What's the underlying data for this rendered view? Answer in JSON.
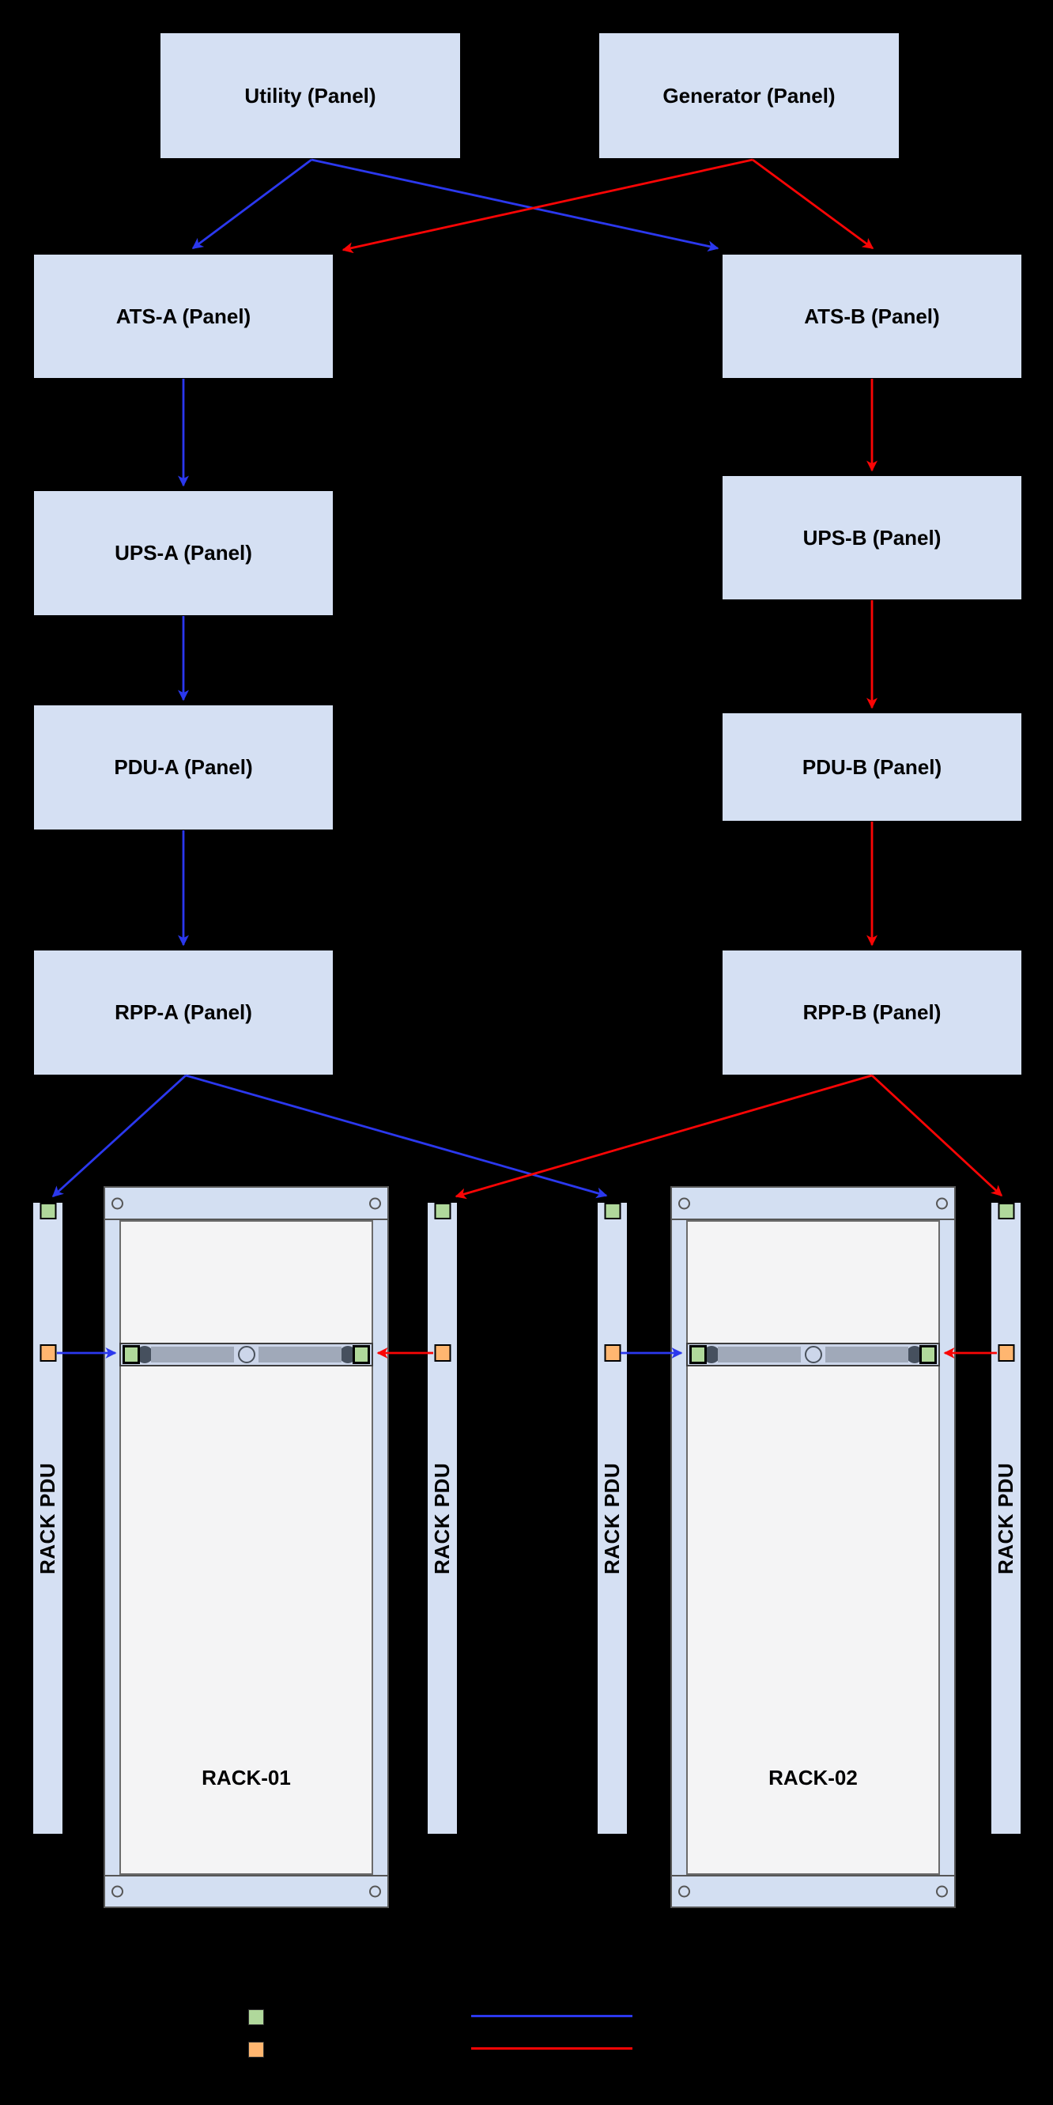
{
  "panels": {
    "utility": {
      "label": "Utility (Panel)"
    },
    "generator": {
      "label": "Generator (Panel)"
    },
    "ats_a": {
      "label": "ATS-A (Panel)"
    },
    "ats_b": {
      "label": "ATS-B (Panel)"
    },
    "ups_a": {
      "label": "UPS-A (Panel)"
    },
    "ups_b": {
      "label": "UPS-B (Panel)"
    },
    "pdu_a": {
      "label": "PDU-A (Panel)"
    },
    "pdu_b": {
      "label": "PDU-B (Panel)"
    },
    "rpp_a": {
      "label": "RPP-A (Panel)"
    },
    "rpp_b": {
      "label": "RPP-B (Panel)"
    }
  },
  "racks": [
    {
      "label": "RACK-01"
    },
    {
      "label": "RACK-02"
    }
  ],
  "strips": [
    {
      "label": "RACK PDU"
    },
    {
      "label": "RACK PDU"
    },
    {
      "label": "RACK PDU"
    },
    {
      "label": "RACK PDU"
    }
  ],
  "legend": {
    "swatches": [
      {
        "name": "green-port-swatch",
        "color": "#b0d89b"
      },
      {
        "name": "orange-outlet-swatch",
        "color": "#ffb670"
      }
    ],
    "lines": [
      {
        "name": "a-feed-line",
        "color": "#2b38ee"
      },
      {
        "name": "b-feed-line",
        "color": "#fa0505"
      }
    ]
  },
  "colors": {
    "background": "#000000",
    "panel_fill": "#d5e0f3",
    "a_feed_blue": "#2b38ee",
    "b_feed_red": "#fa0505",
    "port_green": "#b0d89b",
    "outlet_orange": "#ffb670",
    "rack_frame": "#d3dff2",
    "rack_interior": "#f4f4f5",
    "server_fill": "#ccd6ea"
  }
}
